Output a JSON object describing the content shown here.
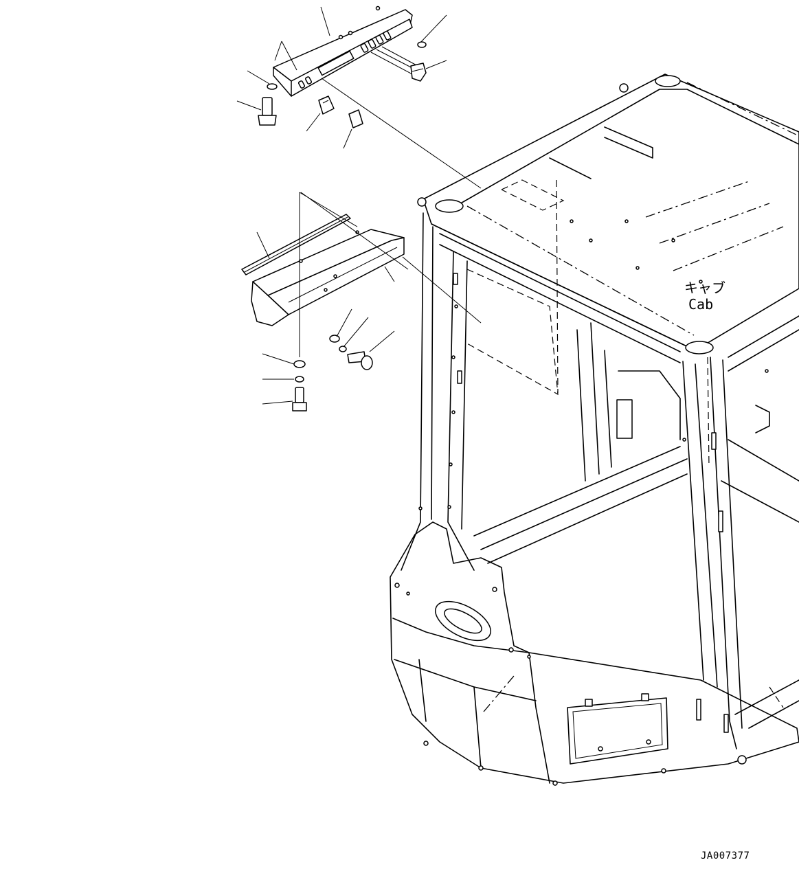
{
  "labels": {
    "cab_jp": "キャブ",
    "cab_en": "Cab",
    "drawing_code": "JA007377"
  },
  "colors": {
    "line": "#000000",
    "background": "#ffffff"
  }
}
